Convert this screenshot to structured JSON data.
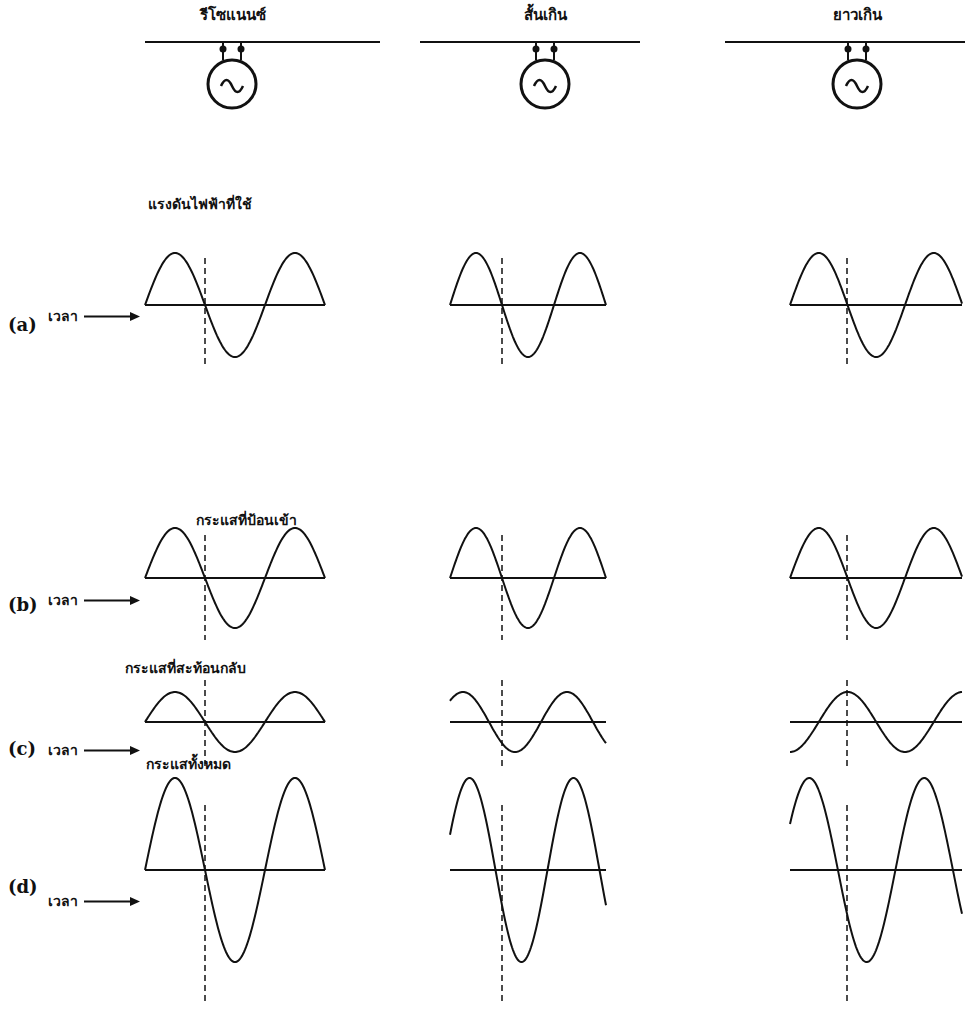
{
  "diagram": {
    "labels": [
      "รีโซแนนซ์",
      "สั้นเกิน",
      "ยาวเกิน",
      "(a)",
      "(b)",
      "(c)",
      "(d)",
      "แรงดันไฟฟ้าที่ใช้",
      "กระแสที่ป้อนเข้า",
      "กระแสที่สะท้อนกลับ",
      "กระแสทั้งหมด",
      "เวลา",
      "เวลา",
      "เวลา",
      "เวลา"
    ]
  }
}
